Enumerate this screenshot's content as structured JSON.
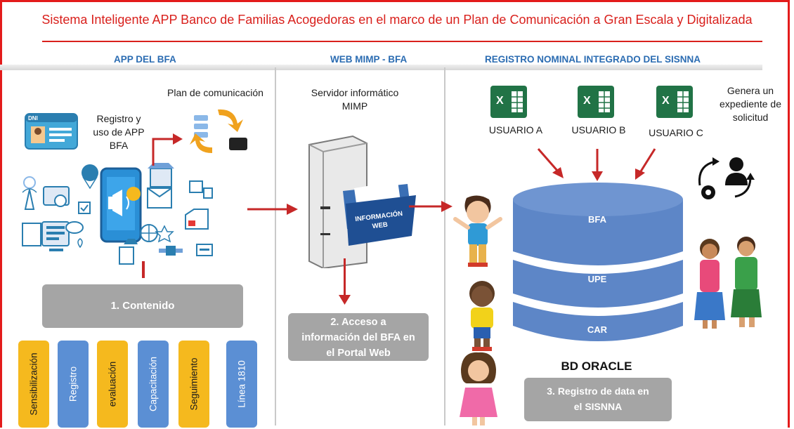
{
  "title": "Sistema Inteligente APP Banco de Familias Acogedoras en el marco de un Plan de Comunicación a Gran Escala y Digitalizada",
  "sections": {
    "app": {
      "heading": "APP DEL BFA"
    },
    "web": {
      "heading": "WEB MIMP - BFA"
    },
    "registro": {
      "heading": "REGISTRO NOMINAL INTEGRADO DEL SISNNA"
    }
  },
  "app_panel": {
    "plan_label": "Plan de comunicación",
    "registro_label": "Registro y\nuso de APP\nBFA",
    "dni_label": "DNI",
    "content_box": "1. Contenido",
    "tabs": [
      "Sensibilización",
      "Registro",
      "evaluación",
      "Capacitación",
      "Seguimiento",
      "Línea 1810"
    ]
  },
  "web_panel": {
    "server_label": "Servidor informático\nMIMP",
    "folder_label": "INFORMACIÓN\nWEB",
    "access_box": "2. Acceso a\ninformación del BFA en\nel Portal Web"
  },
  "registro_panel": {
    "users": [
      "USUARIO A",
      "USUARIO B",
      "USUARIO C"
    ],
    "excel_letter": "X",
    "expediente_label": "Genera un\nexpediente de\nsolicitud",
    "db_layers": [
      "BFA",
      "UPE",
      "CAR"
    ],
    "db_label": "BD ORACLE",
    "registro_box": "3. Registro de data en\nel SISNNA"
  },
  "colors": {
    "title_red": "#d9201c",
    "arrow_red": "#c62828",
    "section_blue": "#2b6cb2",
    "tab_yellow": "#f5b91e",
    "tab_blue": "#5b8fd4",
    "box_gray": "#a5a5a5",
    "db_blue": "#5d86c7",
    "excel_green": "#217346"
  }
}
